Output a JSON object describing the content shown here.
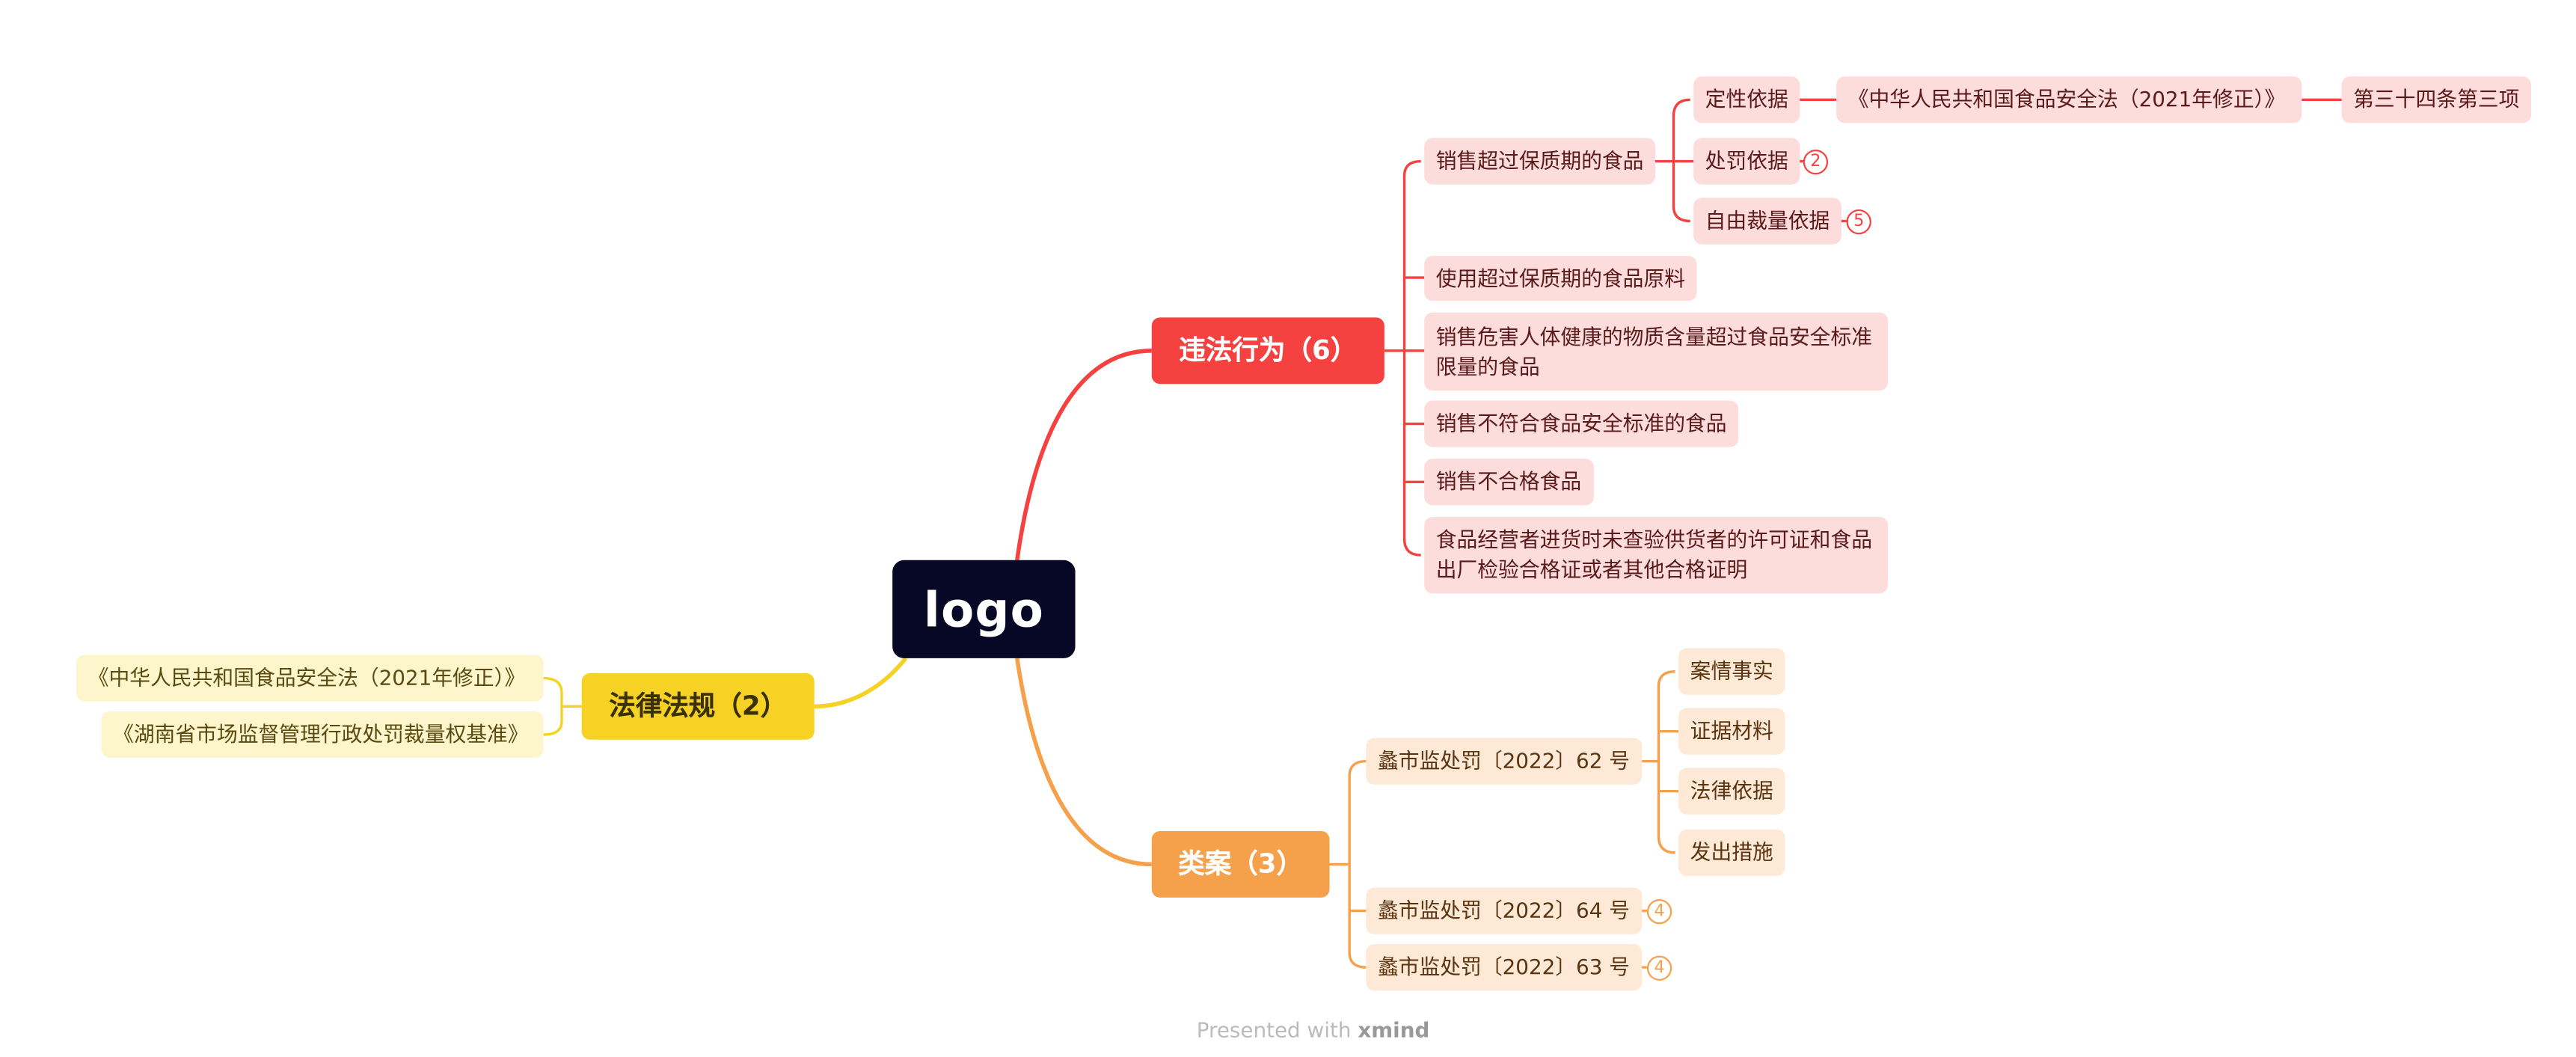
{
  "center": {
    "label": "logo"
  },
  "violations": {
    "label": "违法行为（6）",
    "items": [
      "销售超过保质期的食品",
      "使用超过保质期的食品原料",
      "销售危害人体健康的物质含量超过食品安全标准限量的食品",
      "销售不符合食品安全标准的食品",
      "销售不合格食品",
      "食品经营者进货时未查验供货者的许可证和食品出厂检验合格证或者其他合格证明"
    ],
    "details": [
      "定性依据",
      "处罚依据",
      "自由裁量依据"
    ],
    "basis_law": "《中华人民共和国食品安全法（2021年修正）》",
    "basis_article": "第三十四条第三项",
    "badge_penalty": "2",
    "badge_discretion": "5"
  },
  "cases": {
    "label": "类案（3）",
    "items": [
      "蠡市监处罚〔2022〕62 号",
      "蠡市监处罚〔2022〕64 号",
      "蠡市监处罚〔2022〕63 号"
    ],
    "details": [
      "案情事实",
      "证据材料",
      "法律依据",
      "发出措施"
    ],
    "badge_64": "4",
    "badge_63": "4"
  },
  "laws": {
    "label": "法律法规（2）",
    "items": [
      "《中华人民共和国食品安全法（2021年修正）》",
      "《湖南省市场监督管理行政处罚裁量权基准》"
    ]
  },
  "footer": {
    "prefix": "Presented with",
    "brand": "xmind"
  },
  "colors": {
    "red": "#f64141",
    "orange": "#f5a04a",
    "yellow": "#f5d223",
    "center": "#070726"
  }
}
